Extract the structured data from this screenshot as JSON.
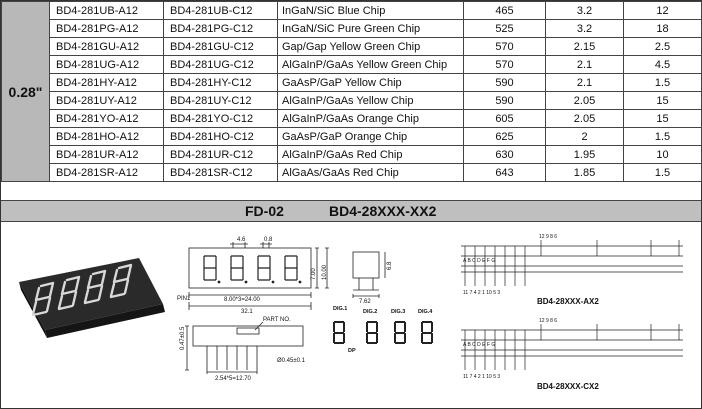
{
  "table": {
    "size_label": "0.28\"",
    "rows": [
      {
        "anode": "BD4-281UB-A12",
        "cathode": "BD4-281UB-C12",
        "chip": "InGaN/SiC  Blue Chip",
        "wavelength": "465",
        "vf": "3.2",
        "iv": "12"
      },
      {
        "anode": "BD4-281PG-A12",
        "cathode": "BD4-281PG-C12",
        "chip": "InGaN/SiC Pure Green  Chip",
        "wavelength": "525",
        "vf": "3.2",
        "iv": "18"
      },
      {
        "anode": "BD4-281GU-A12",
        "cathode": "BD4-281GU-C12",
        "chip": "Gap/Gap Yellow Green  Chip",
        "wavelength": "570",
        "vf": "2.15",
        "iv": "2.5"
      },
      {
        "anode": "BD4-281UG-A12",
        "cathode": "BD4-281UG-C12",
        "chip": "AlGaInP/GaAs Yellow Green Chip",
        "wavelength": "570",
        "vf": "2.1",
        "iv": "4.5"
      },
      {
        "anode": "BD4-281HY-A12",
        "cathode": "BD4-281HY-C12",
        "chip": "GaAsP/GaP Yellow  Chip",
        "wavelength": "590",
        "vf": "2.1",
        "iv": "1.5"
      },
      {
        "anode": "BD4-281UY-A12",
        "cathode": "BD4-281UY-C12",
        "chip": "AlGaInP/GaAs Yellow  Chip",
        "wavelength": "590",
        "vf": "2.05",
        "iv": "15"
      },
      {
        "anode": "BD4-281YO-A12",
        "cathode": "BD4-281YO-C12",
        "chip": "AlGaInP/GaAs Orange  Chip",
        "wavelength": "605",
        "vf": "2.05",
        "iv": "15"
      },
      {
        "anode": "BD4-281HO-A12",
        "cathode": "BD4-281HO-C12",
        "chip": "GaAsP/GaP Orange  Chip",
        "wavelength": "625",
        "vf": "2",
        "iv": "1.5"
      },
      {
        "anode": "BD4-281UR-A12",
        "cathode": "BD4-281UR-C12",
        "chip": "AlGaInP/GaAs Red  Chip",
        "wavelength": "630",
        "vf": "1.95",
        "iv": "10"
      },
      {
        "anode": "BD4-281SR-A12",
        "cathode": "BD4-281SR-C12",
        "chip": "AlGaAs/GaAs Red Chip",
        "wavelength": "643",
        "vf": "1.85",
        "iv": "1.5"
      }
    ]
  },
  "section": {
    "series": "FD-02",
    "pattern": "BD4-28XXX-XX2"
  },
  "drawing": {
    "dim_top_1": "4.6",
    "dim_top_2": "0.8",
    "dim_height": "10.00",
    "dim_digit": "7.00",
    "dim_depth": "6.8",
    "dim_pitch": "8.00*3=24.00",
    "dim_width": "32.1",
    "dim_side": "7.62",
    "pin1": "PIN1",
    "part_no": "PART NO.",
    "dim_pin_len": "0.47±0.5",
    "dim_pin_pitch": "2.54*5=12.70",
    "dim_pin_dia": "Ø0.45±0.1",
    "dig_labels": [
      "DIG.1",
      "DIG.2",
      "DIG.3",
      "DIG.4"
    ],
    "dp": "DP",
    "schematic_ax": "BD4-28XXX-AX2",
    "schematic_cx": "BD4-28XXX-CX2",
    "seg_letters": [
      "A",
      "B",
      "C",
      "D",
      "E",
      "F",
      "G"
    ],
    "pins_top": "12 9 8 6",
    "pins_bottom": "11 7 4 2 1 10 5 3"
  }
}
